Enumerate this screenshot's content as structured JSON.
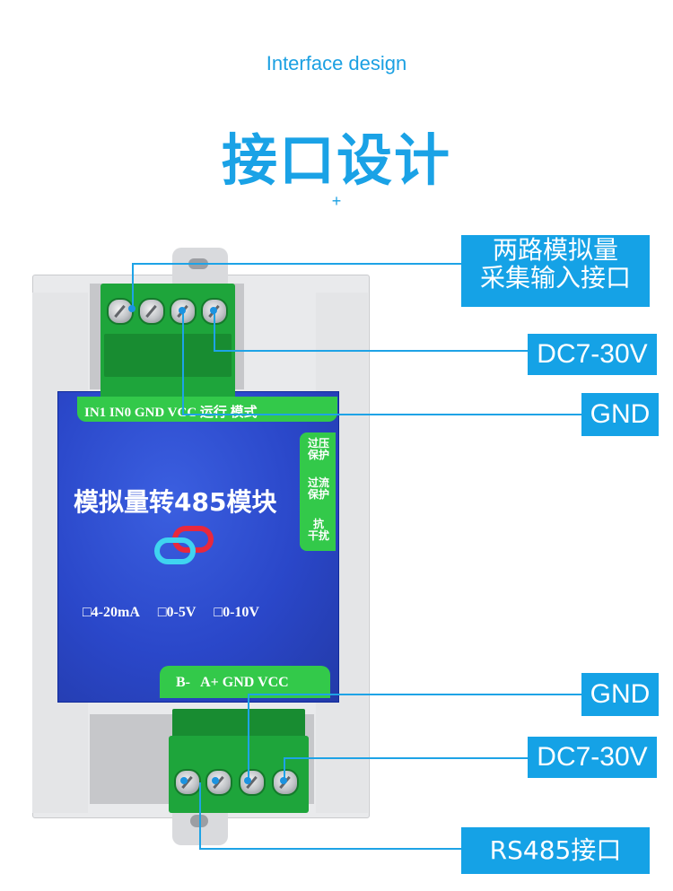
{
  "header": {
    "subtitle": "Interface design",
    "title": "接口设计",
    "plus": "+"
  },
  "device": {
    "top_terminal_label": "IN1 IN0 GND VCC 运行 模式",
    "side_labels": [
      "过压\n保护",
      "过流\n保护",
      "抗\n干扰"
    ],
    "panel_title": "模拟量转485模块",
    "ranges": [
      "□4-20mA",
      "□0-5V",
      "□0-10V"
    ],
    "bottom_terminal_label": "B-   A+ GND VCC",
    "colors": {
      "panel": "#2a47c9",
      "terminal": "#1ea53b",
      "accent": "#15a2e6"
    }
  },
  "callouts": {
    "analog_input": "两路模拟量\n采集输入接口",
    "dc_top": "DC7-30V",
    "gnd_top": "GND",
    "gnd_bottom": "GND",
    "dc_bottom": "DC7-30V",
    "rs485": "RS485接口"
  }
}
